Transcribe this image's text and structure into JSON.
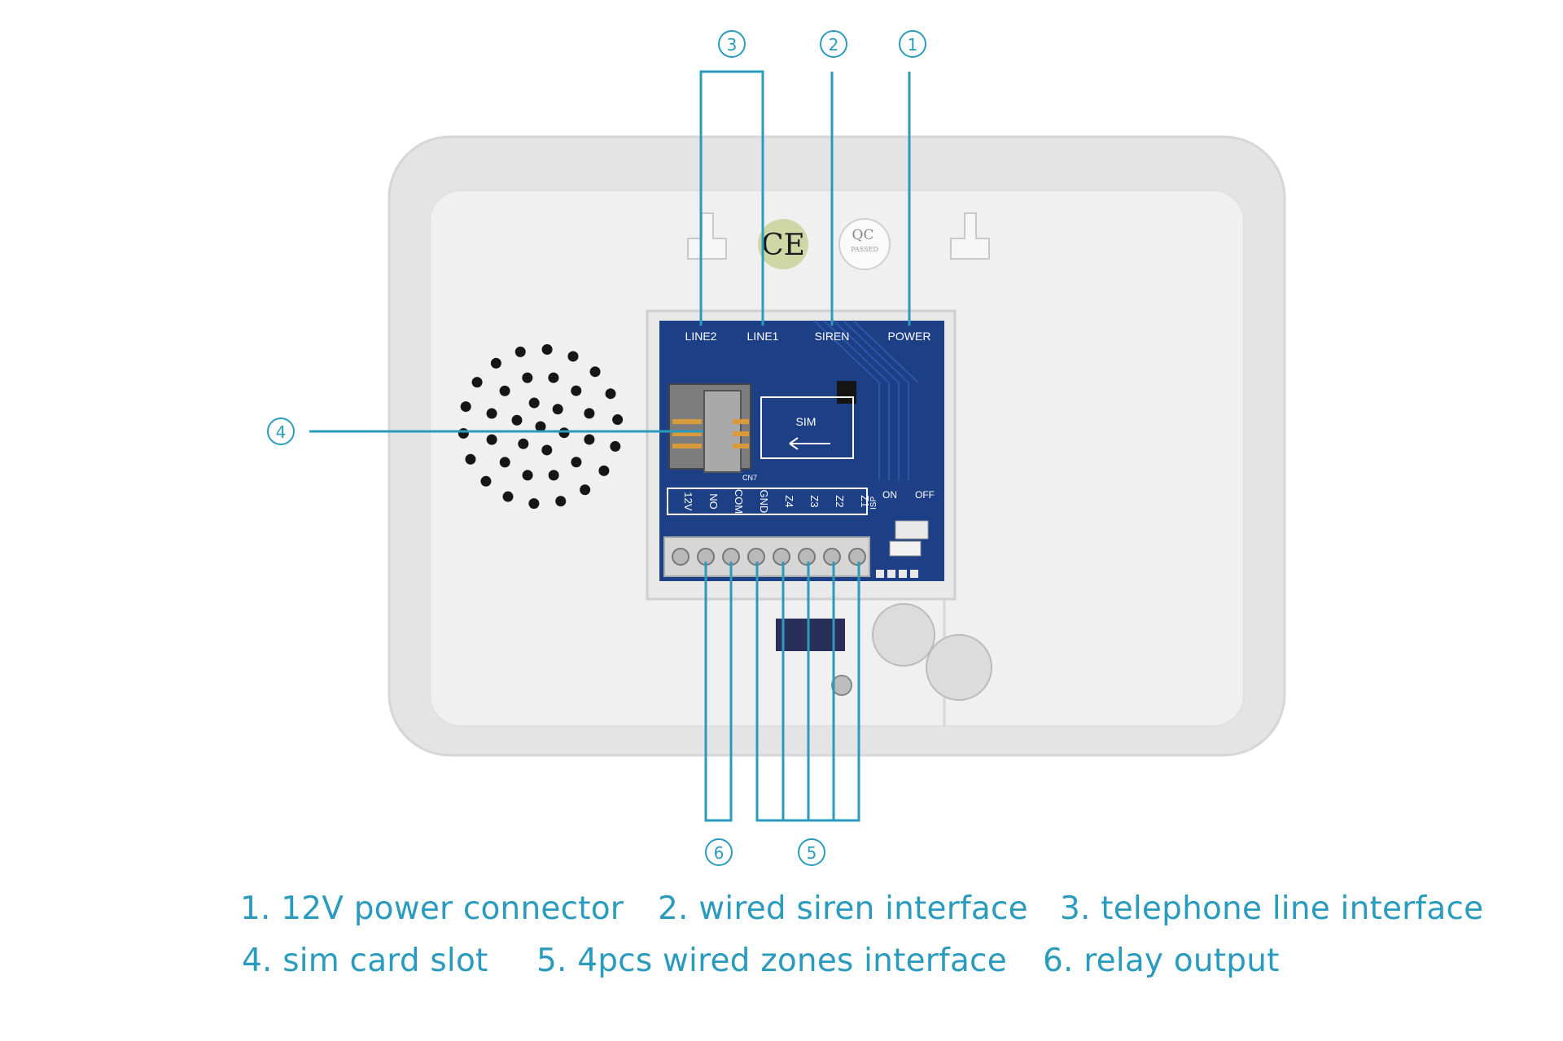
{
  "callouts": [
    "1",
    "2",
    "3",
    "4",
    "5",
    "6"
  ],
  "board_marks": {
    "line2": "LINE2",
    "line1": "LINE1",
    "siren": "SIREN",
    "power": "POWER",
    "sim": "SIM",
    "cn7": "CN7",
    "on": "ON",
    "off": "OFF",
    "isp": "ISP",
    "ce": "CE",
    "qc": "QC",
    "qc_passed": "PASSED",
    "terminals": [
      "12V",
      "NO",
      "COM",
      "GND",
      "Z4",
      "Z3",
      "Z2",
      "Z1"
    ]
  },
  "legend": [
    "1. 12V power connector",
    "2. wired siren interface",
    "3. telephone line interface",
    "4. sim card slot",
    "5. 4pcs wired zones interface",
    "6. relay output"
  ],
  "colors": {
    "accent": "#2a9bbd",
    "pcb": "#1d3f86",
    "housing": "#e6e6e6",
    "panel": "#efefef"
  }
}
